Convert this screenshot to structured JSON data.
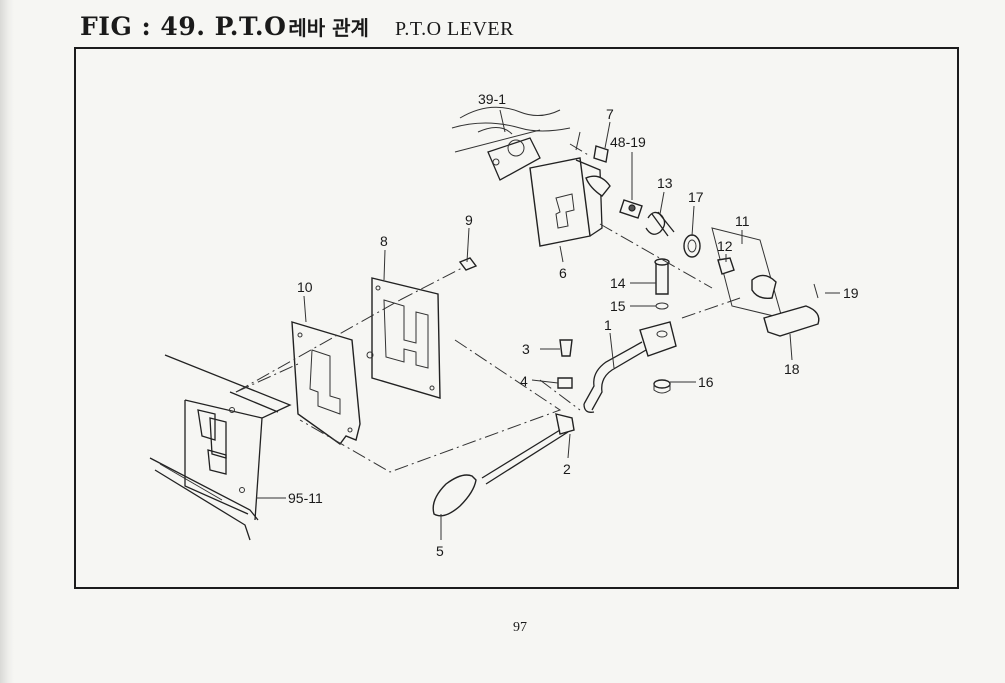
{
  "header": {
    "fig_label": "FIG : 49. P.T.O",
    "title_ko": "레바 관계",
    "title_en": "P.T.O LEVER"
  },
  "page_number": "97",
  "callouts": [
    "39-1",
    "7",
    "48-19",
    "13",
    "17",
    "11",
    "12",
    "6",
    "9",
    "8",
    "10",
    "14",
    "15",
    "19",
    "1",
    "3",
    "4",
    "16",
    "18",
    "2",
    "95-11",
    "5"
  ]
}
